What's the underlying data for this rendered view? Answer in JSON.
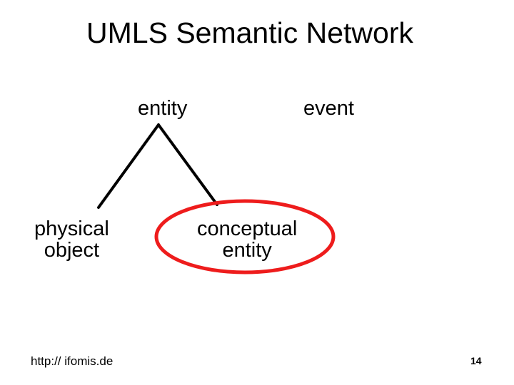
{
  "slide": {
    "title": "UMLS Semantic Network",
    "footer_url": "http:// ifomis.de",
    "page_number": "14"
  },
  "diagram": {
    "nodes": {
      "entity": "entity",
      "event": "event",
      "physical_object": [
        "physical",
        "object"
      ],
      "conceptual_entity": [
        "conceptual",
        "entity"
      ]
    },
    "edges": [
      {
        "from": "entity",
        "to": "physical_object"
      },
      {
        "from": "entity",
        "to": "conceptual_entity"
      }
    ],
    "highlight": {
      "node": "conceptual_entity",
      "color": "#ee1c1c"
    },
    "line_color": "#000000"
  }
}
